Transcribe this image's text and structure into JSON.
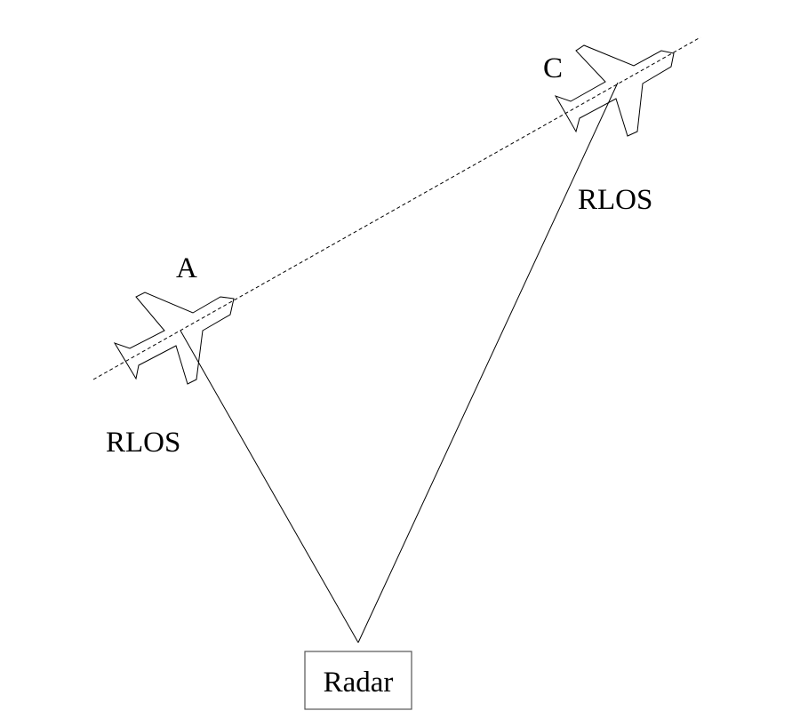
{
  "diagram": {
    "type": "radar line-of-sight geometry",
    "aircraft": [
      {
        "id": "A",
        "label": "A",
        "rlos_label": "RLOS"
      },
      {
        "id": "C",
        "label": "C",
        "rlos_label": "RLOS"
      }
    ],
    "radar": {
      "label": "Radar"
    },
    "flight_path": {
      "style": "dashed"
    },
    "colors": {
      "stroke": "#000000",
      "background": "#ffffff"
    }
  }
}
